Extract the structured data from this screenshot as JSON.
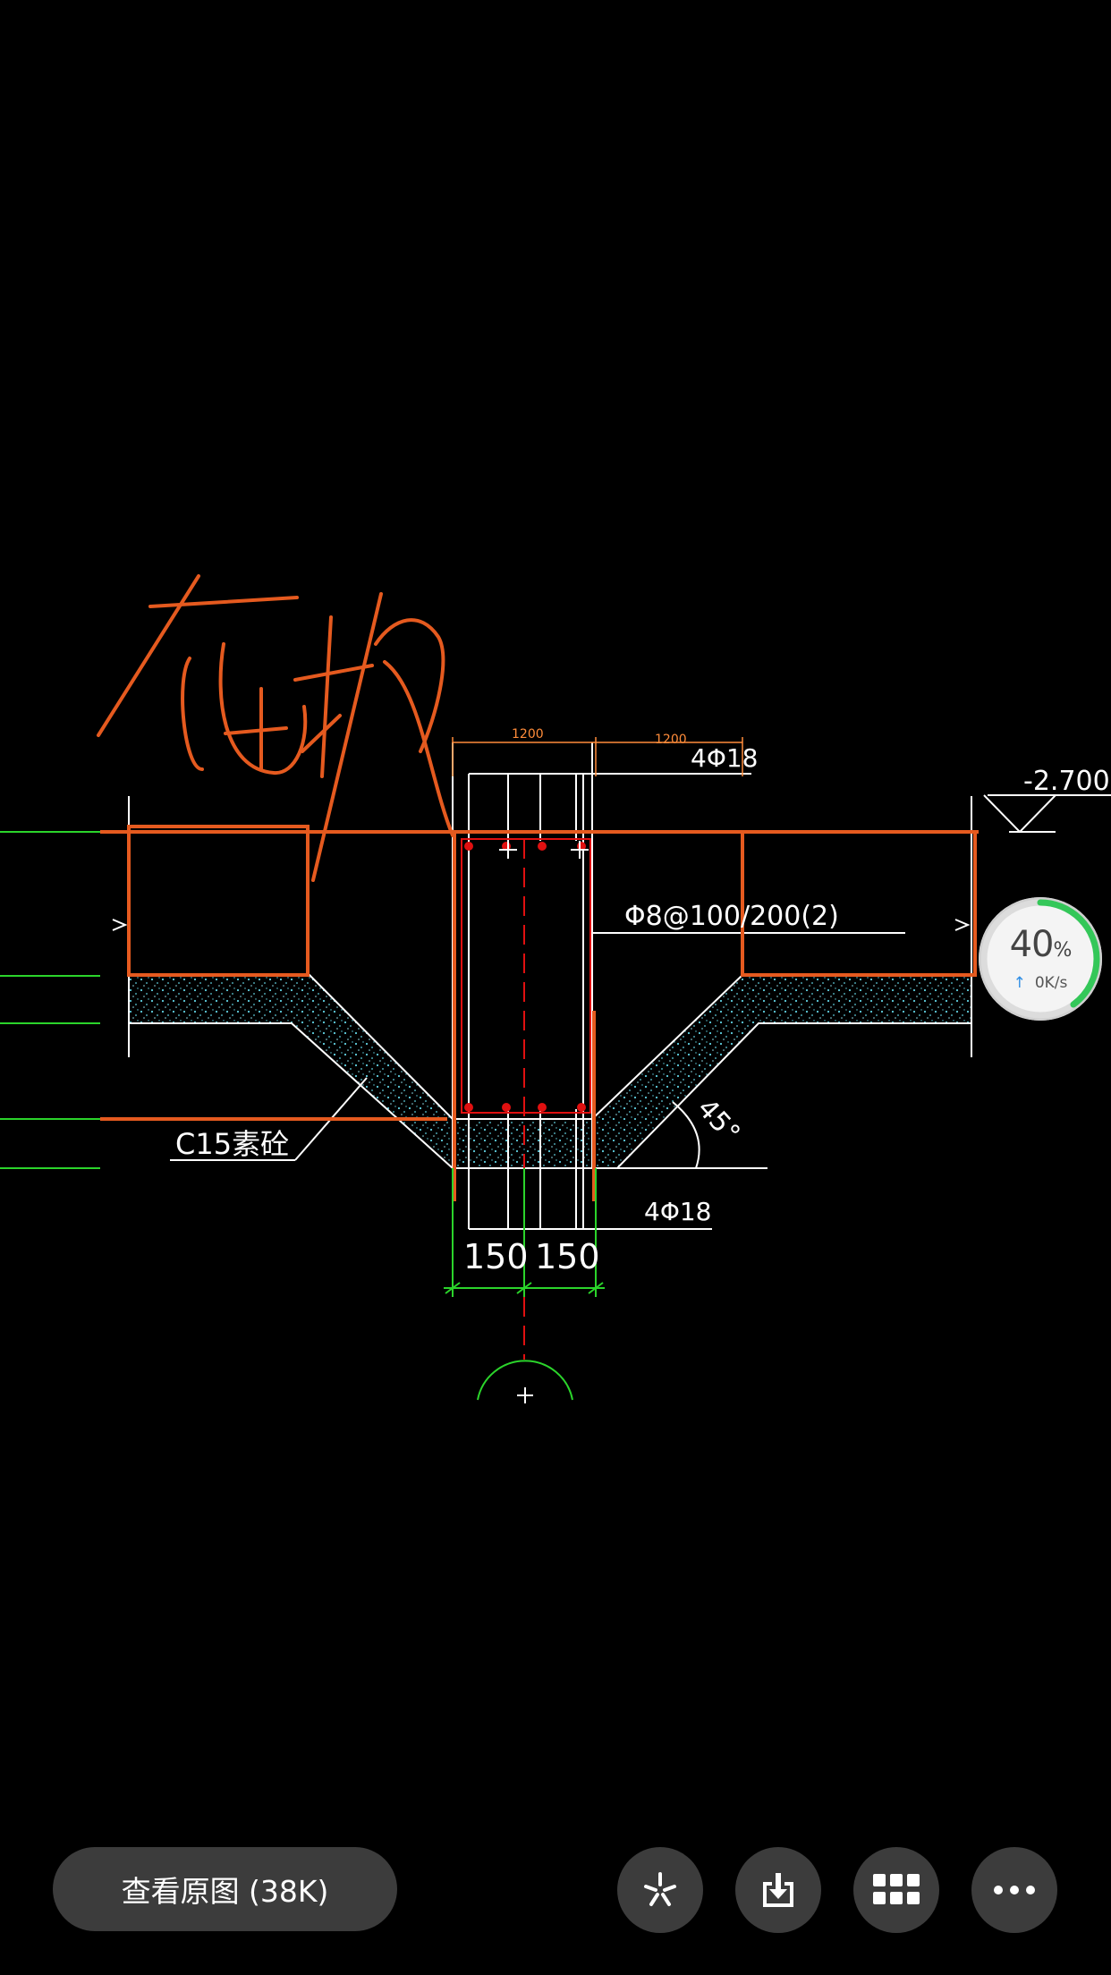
{
  "drawing": {
    "annotation": "底板",
    "dim_top_left": "1200",
    "dim_top_right": "1200",
    "rebar_top": "4Φ18",
    "elevation": "-2.700",
    "stirrup": "Φ8@100/200(2)",
    "concrete": "C15素砼",
    "angle": "45°",
    "rebar_bottom": "4Φ18",
    "dim_left": "150",
    "dim_right": "150"
  },
  "speed_ball": {
    "percent": "40",
    "percent_unit": "%",
    "rate": "0K/s",
    "progress": 0.4
  },
  "toolbar": {
    "view_original_label": "查看原图 (38K)",
    "icons": [
      "pinwheel-icon",
      "download-icon",
      "grid-icon",
      "more-icon"
    ]
  },
  "colors": {
    "background": "#000000",
    "annotation": "#e55a1f",
    "cad_white": "#ffffff",
    "cad_green": "#2bd42b",
    "cad_red": "#e01010",
    "concrete_dots": "#5fd0e0",
    "button_bg": "#3c3c3c",
    "progress_green": "#34c759"
  }
}
